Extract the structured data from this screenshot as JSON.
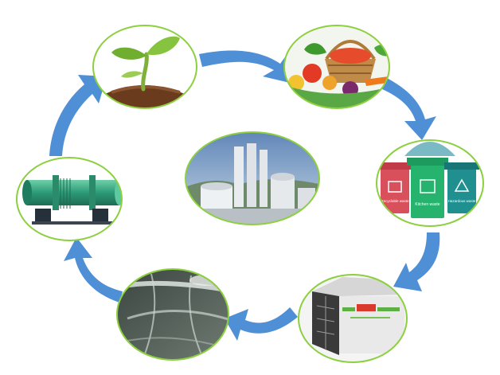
{
  "diagram": {
    "nodes": [
      {
        "id": "seedling",
        "icon": "seedling-icon"
      },
      {
        "id": "vegetables",
        "icon": "vegetable-basket-icon"
      },
      {
        "id": "sorting-bins",
        "icon": "waste-bins-icon"
      },
      {
        "id": "processing-machine",
        "icon": "processing-machine-icon"
      },
      {
        "id": "compost",
        "icon": "compost-pile-icon"
      },
      {
        "id": "rotary-drum",
        "icon": "rotary-drum-dryer-icon"
      },
      {
        "id": "treatment-plant",
        "icon": "exhaust-towers-icon"
      }
    ],
    "bin_labels": [
      "Recyclable waste",
      "Kitchen waste",
      "Hazardous waste"
    ],
    "colors": {
      "arrow": "#4f8fd6",
      "ellipse_stroke": "#8ccf3f",
      "bin_red": "#d8505b",
      "bin_green": "#25b36e",
      "bin_teal": "#1f8f8f",
      "drum_green": "#3fb08c"
    }
  }
}
